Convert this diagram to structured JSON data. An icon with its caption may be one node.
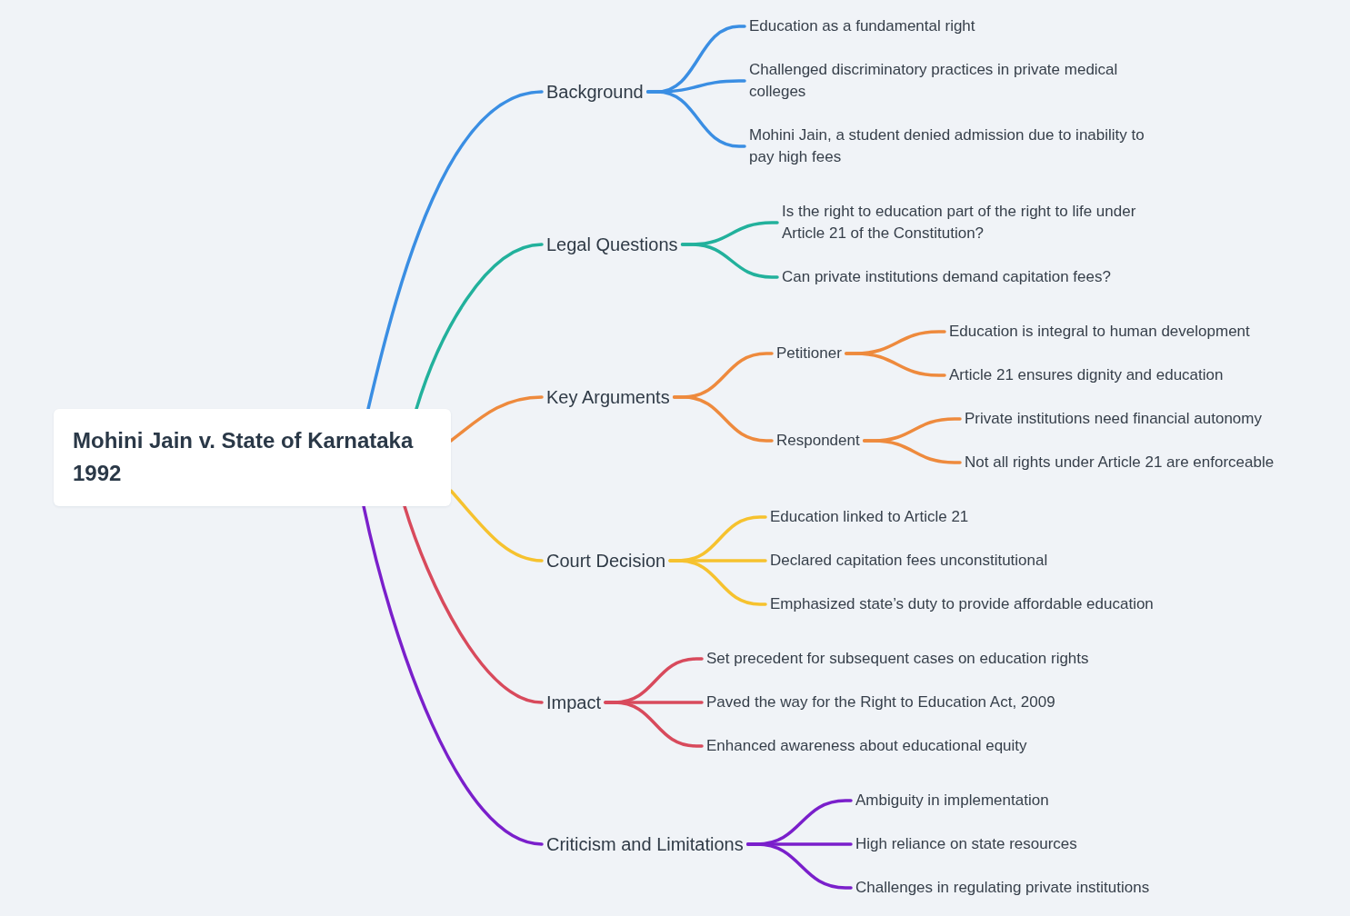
{
  "diagram": {
    "nodes": [
      {
        "text": [
          "Mohini Jain v. State of Karnataka 1992"
        ]
      },
      {
        "text": [
          "Background"
        ]
      },
      {
        "text": [
          "Education as a fundamental right"
        ]
      },
      {
        "text": [
          "Challenged discriminatory practices in private medical colleges"
        ]
      },
      {
        "text": [
          "Mohini Jain, a student denied admission due to inability to pay high fees"
        ]
      },
      {
        "text": [
          "Legal Questions"
        ]
      },
      {
        "text": [
          "Is the right to education part of the right to life under Article 21 of the Constitution?"
        ]
      },
      {
        "text": [
          "Can private institutions demand capitation fees?"
        ]
      },
      {
        "text": [
          "Key Arguments"
        ]
      },
      {
        "text": [
          "Petitioner"
        ]
      },
      {
        "text": [
          "Education is integral to human development"
        ]
      },
      {
        "text": [
          "Article 21 ensures dignity and education"
        ]
      },
      {
        "text": [
          "Respondent"
        ]
      },
      {
        "text": [
          "Private institutions need financial autonomy"
        ]
      },
      {
        "text": [
          "Not all rights under Article 21 are enforceable"
        ]
      },
      {
        "text": [
          "Court Decision"
        ]
      },
      {
        "text": [
          "Education linked to Article 21"
        ]
      },
      {
        "text": [
          "Declared capitation fees unconstitutional"
        ]
      },
      {
        "text": [
          "Emphasized state’s duty to provide affordable education"
        ]
      },
      {
        "text": [
          "Impact"
        ]
      },
      {
        "text": [
          "Set precedent for subsequent cases on education rights"
        ]
      },
      {
        "text": [
          "Paved the way for the Right to Education Act, 2009"
        ]
      },
      {
        "text": [
          "Enhanced awareness about educational equity"
        ]
      },
      {
        "text": [
          "Criticism and Limitations"
        ]
      },
      {
        "text": [
          "Ambiguity in implementation"
        ]
      },
      {
        "text": [
          "High reliance on state resources"
        ]
      },
      {
        "text": [
          "Challenges in regulating private institutions"
        ]
      }
    ],
    "edges": [
      {
        "from": 0,
        "to": 1,
        "arrow": "none",
        "color": "#3a8ee3"
      },
      {
        "from": 1,
        "to": 2,
        "arrow": "none",
        "color": "#3a8ee3"
      },
      {
        "from": 1,
        "to": 3,
        "arrow": "none",
        "color": "#3a8ee3"
      },
      {
        "from": 1,
        "to": 4,
        "arrow": "none",
        "color": "#3a8ee3"
      },
      {
        "from": 0,
        "to": 5,
        "arrow": "none",
        "color": "#22b19c"
      },
      {
        "from": 5,
        "to": 6,
        "arrow": "none",
        "color": "#22b19c"
      },
      {
        "from": 5,
        "to": 7,
        "arrow": "none",
        "color": "#22b19c"
      },
      {
        "from": 0,
        "to": 8,
        "arrow": "none",
        "color": "#ee8a3d"
      },
      {
        "from": 8,
        "to": 9,
        "arrow": "none",
        "color": "#ee8a3d"
      },
      {
        "from": 9,
        "to": 10,
        "arrow": "none",
        "color": "#ee8a3d"
      },
      {
        "from": 9,
        "to": 11,
        "arrow": "none",
        "color": "#ee8a3d"
      },
      {
        "from": 8,
        "to": 12,
        "arrow": "none",
        "color": "#ee8a3d"
      },
      {
        "from": 12,
        "to": 13,
        "arrow": "none",
        "color": "#ee8a3d"
      },
      {
        "from": 12,
        "to": 14,
        "arrow": "none",
        "color": "#ee8a3d"
      },
      {
        "from": 0,
        "to": 15,
        "arrow": "none",
        "color": "#f6c22e"
      },
      {
        "from": 15,
        "to": 16,
        "arrow": "none",
        "color": "#f6c22e"
      },
      {
        "from": 15,
        "to": 17,
        "arrow": "none",
        "color": "#f6c22e"
      },
      {
        "from": 15,
        "to": 18,
        "arrow": "none",
        "color": "#f6c22e"
      },
      {
        "from": 0,
        "to": 19,
        "arrow": "none",
        "color": "#d84a5c"
      },
      {
        "from": 19,
        "to": 20,
        "arrow": "none",
        "color": "#d84a5c"
      },
      {
        "from": 19,
        "to": 21,
        "arrow": "none",
        "color": "#d84a5c"
      },
      {
        "from": 19,
        "to": 22,
        "arrow": "none",
        "color": "#d84a5c"
      },
      {
        "from": 0,
        "to": 23,
        "arrow": "none",
        "color": "#7a1fcb"
      },
      {
        "from": 23,
        "to": 24,
        "arrow": "none",
        "color": "#7a1fcb"
      },
      {
        "from": 23,
        "to": 25,
        "arrow": "none",
        "color": "#7a1fcb"
      },
      {
        "from": 23,
        "to": 26,
        "arrow": "none",
        "color": "#7a1fcb"
      }
    ]
  }
}
